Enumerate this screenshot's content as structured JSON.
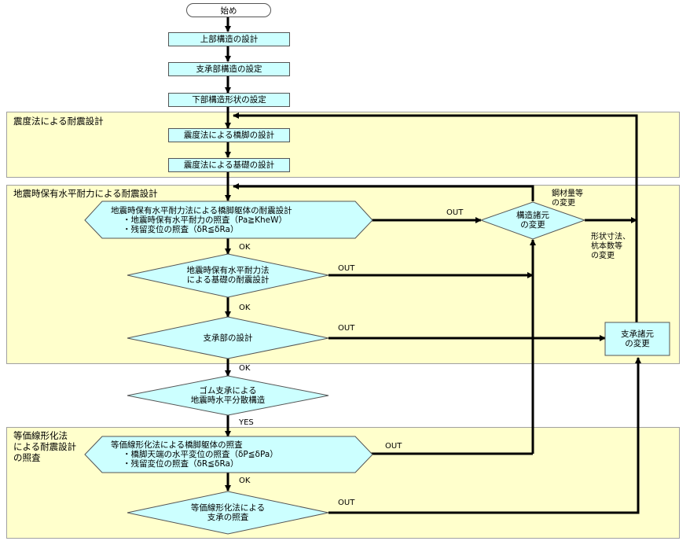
{
  "nodes": {
    "start": "始め",
    "superstructure": "上部構造の設計",
    "bearing_structure": "支承部構造の設定",
    "substructure_shape": "下部構造形状の設定",
    "seismic_coef_pier": "震度法による橋脚の設計",
    "seismic_coef_foundation": "震度法による基礎の設計",
    "pier_body_title": "地震時保有水平耐力法による橋脚躯体の耐震設計",
    "pier_body_check1": "・地震時保有水平耐力の照査（Pa≧KheW）",
    "pier_body_check2": "・残留変位の照査（δR≦δRa）",
    "foundation_seismic": "地震時保有水平耐力法\nによる基礎の耐震設計",
    "bearing_design": "支承部の設計",
    "rubber_bearing": "ゴム支承による\n地震時水平分散構造",
    "equiv_title": "等価線形化法による橋脚躯体の照査",
    "equiv_check1": "・橋脚天端の水平変位の照査（δP≦δPa）",
    "equiv_check2": "・残留変位の照査（δR≦δRa）",
    "equiv_bearing": "等価線形化法による\n支承の照査",
    "structure_spec_change": "構造諸元\nの変更",
    "bearing_spec_change": "支承諸元\nの変更"
  },
  "bands": {
    "seismic_coefficient": "震度法による耐震設計",
    "lateral_capacity": "地震時保有水平耐力による耐震設計",
    "equivalent_linear": "等価線形化法\nによる耐震設計\nの照査"
  },
  "labels": {
    "out1": "OUT",
    "out2": "OUT",
    "out3": "OUT",
    "out4": "OUT",
    "out5": "OUT",
    "ok1": "OK",
    "ok2": "OK",
    "ok3": "OK",
    "ok4": "OK",
    "yes": "YES",
    "steel_change": "鋼材量等\nの変更",
    "shape_change": "形状寸法、\n杭本数等\nの変更"
  },
  "colors": {
    "band_fill": "#ffffcc",
    "node_fill": "#ccffff",
    "line": "#000000"
  }
}
